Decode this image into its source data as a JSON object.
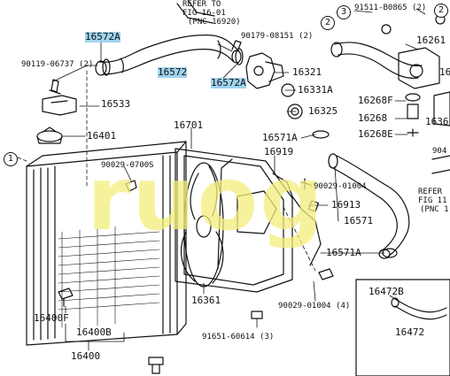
{
  "watermark": "ruog",
  "labels": {
    "refer_fig_16_01_l1": "REFER TO",
    "refer_fig_16_01_l2": "FIG 16-01",
    "refer_fig_16_01_l3": "(PNC 16920)",
    "p16572a_top": "16572A",
    "p90119": "90119-06737 (2)",
    "p16572": "16572",
    "p90179": "90179-08151 (2)",
    "p16572a_mid": "16572A",
    "p16321": "16321",
    "p16331a": "16331A",
    "p16325": "16325",
    "p16533": "16533",
    "p16401": "16401",
    "p16701": "16701",
    "p90029_0700s": "90029-0700S",
    "p16571a_top": "16571A",
    "p16919": "16919",
    "p90029_01004_top": "90029-01004",
    "p16913": "16913",
    "p16571": "16571",
    "p16571a_bot": "16571A",
    "p16361": "16361",
    "p90029_01004_4": "90029-01004 (4)",
    "p91651": "91651-60614 (3)",
    "p16400f": "16400F",
    "p16400b": "16400B",
    "p16400": "16400",
    "p91511": "91511-B0865 (2)",
    "p16261": "16261",
    "p16268f_top": "16268F",
    "p16268": "16268",
    "p16268e": "16268E",
    "p16_right": "16",
    "p1636": "1636",
    "p904": "904",
    "refer_fig_11_l1": "REFER",
    "refer_fig_11_l2": "FIG 11",
    "refer_fig_11_l3": "(PNC 1",
    "p16472b": "16472B",
    "p16472": "16472"
  },
  "callouts": {
    "c1": "1",
    "c2": "2",
    "c3": "3",
    "c2_top": "2"
  }
}
